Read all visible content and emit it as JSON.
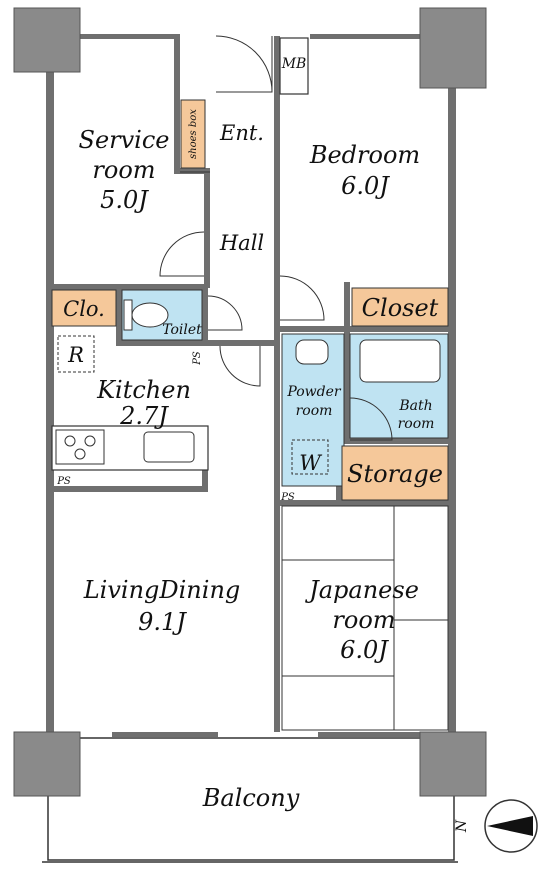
{
  "rooms": {
    "service_room": {
      "line1": "Service",
      "line2": "room",
      "size": "5.0J"
    },
    "entrance": "Ent.",
    "shoes_box": "shoes box",
    "meter_box": "MB",
    "bedroom": {
      "name": "Bedroom",
      "size": "6.0J"
    },
    "hall": "Hall",
    "closet_small": "Clo.",
    "toilet": "Toilet",
    "closet": "Closet",
    "refrigerator": "R",
    "pipe_space": "PS",
    "kitchen": {
      "name": "Kitchen",
      "size": "2.7J"
    },
    "powder_room": {
      "line1": "Powder",
      "line2": "room"
    },
    "bath_room": {
      "line1": "Bath",
      "line2": "room"
    },
    "washer": "W",
    "storage": "Storage",
    "living_dining": {
      "name": "LivingDining",
      "size": "9.1J"
    },
    "japanese_room": {
      "line1": "Japanese",
      "line2": "room",
      "size": "6.0J"
    },
    "balcony": "Balcony"
  },
  "compass": {
    "label": "N"
  },
  "colors": {
    "storage_fill": "#f5c89a",
    "wet_fill": "#bfe3f2",
    "wall": "#6f6f6f",
    "column": "#8a8a8a",
    "line": "#333333"
  }
}
